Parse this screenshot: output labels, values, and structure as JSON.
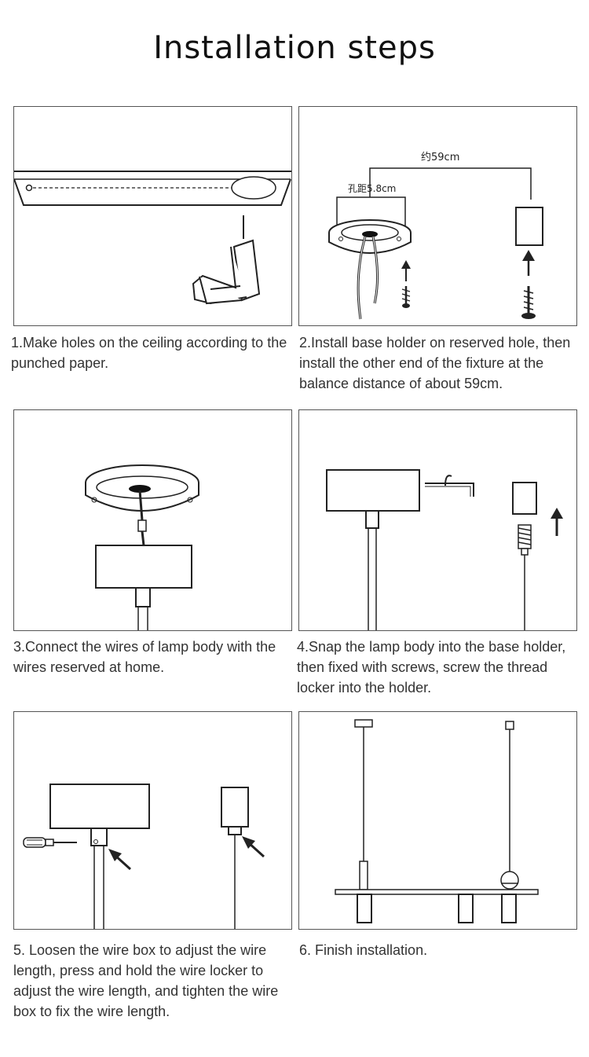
{
  "page": {
    "title": "Installation  steps"
  },
  "steps": [
    {
      "caption": "1.Make holes on the ceiling according to the punched paper."
    },
    {
      "caption": "2.Install base holder on reserved hole, then install the other end of the fixture at the balance distance of about 59cm.",
      "label_distance": "约59cm",
      "label_hole": "孔距5.8cm"
    },
    {
      "caption": "3.Connect the wires of lamp body with the wires reserved at home."
    },
    {
      "caption": "4.Snap the lamp body into the base holder, then fixed with screws, screw the thread locker into the holder."
    },
    {
      "caption": "5. Loosen the wire box to adjust the wire length, press and hold the wire locker to adjust the wire length, and tighten the wire box to fix the wire length."
    },
    {
      "caption": "6.  Finish installation."
    }
  ]
}
